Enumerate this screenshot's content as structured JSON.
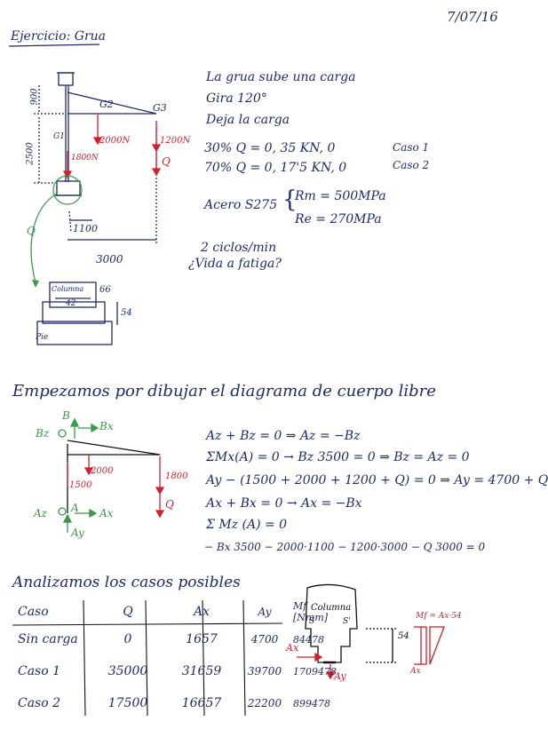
{
  "date": "7/07/16",
  "title": "Ejercicio: Grua",
  "sketch1": {
    "dim_900": "900",
    "dim_2500": "2500",
    "dim_1100": "1100",
    "dim_3000": "3000",
    "load_2000": "2000N",
    "load_1200": "1200N",
    "load_1800": "1800N",
    "label_g1": "G1",
    "label_g2": "G2",
    "label_g3": "G3",
    "label_q": "Q",
    "label_q_green": "Q",
    "label_columna": "Columna",
    "dim_66": "66",
    "dim_42": "42",
    "dim_54": "54",
    "label_pie": "Pie"
  },
  "statement": {
    "line1": "La grua sube una carga",
    "line2": "Gira 120°",
    "line3": "Deja la carga",
    "case1": "30%   Q = 0, 35 KN, 0",
    "case1_tag": "Caso 1",
    "case2": "70%   Q = 0, 17'5 KN, 0",
    "case2_tag": "Caso 2",
    "steel": "Acero S275",
    "rm": "Rm = 500MPa",
    "re": "Re = 270MPa",
    "cycles1": "2 ciclos/min",
    "cycles2": "¿Vida a fatiga?"
  },
  "dcl": {
    "heading": "Empezamos por dibujar el diagrama de cuerpo libre",
    "Bz": "Bz",
    "B": "B",
    "Bx": "Bx",
    "f2000": "2000",
    "f1500": "1500",
    "f1800": "1800",
    "fQ": "Q",
    "Az": "Az",
    "A": "A",
    "Ax": "Ax",
    "Ay": "Ay"
  },
  "equations": [
    "Az + Bz = 0 ⇒ Az = −Bz",
    "ΣMx(A) = 0 → Bz 3500 = 0 ⇒ Bz = Az = 0",
    "Ay − (1500 + 2000 + 1200 + Q) = 0 ⇒ Ay = 4700 + Q",
    "Ax + Bx = 0 → Ax = −Bx",
    "Σ Mz (A) = 0",
    "− Bx 3500 − 2000·1100 − 1200·3000 − Q 3000 = 0"
  ],
  "analysis": {
    "heading": "Analizamos los casos posibles",
    "table": {
      "headers": [
        "Caso",
        "Q",
        "Ax",
        "Ay",
        "Mf [Nmm]"
      ],
      "rows": [
        [
          "Sin carga",
          "0",
          "1657",
          "4700",
          "84478"
        ],
        [
          "Caso 1",
          "35000",
          "31659",
          "39700",
          "1709478"
        ],
        [
          "Caso 2",
          "17500",
          "16657",
          "22200",
          "899478"
        ]
      ]
    }
  },
  "sketch2": {
    "label_columna": "Columna",
    "s": "S",
    "s_prime": "S'",
    "dim_54": "54",
    "Ax": "Ax",
    "Ay": "Ay",
    "mf": "Mf = Ax·54"
  }
}
